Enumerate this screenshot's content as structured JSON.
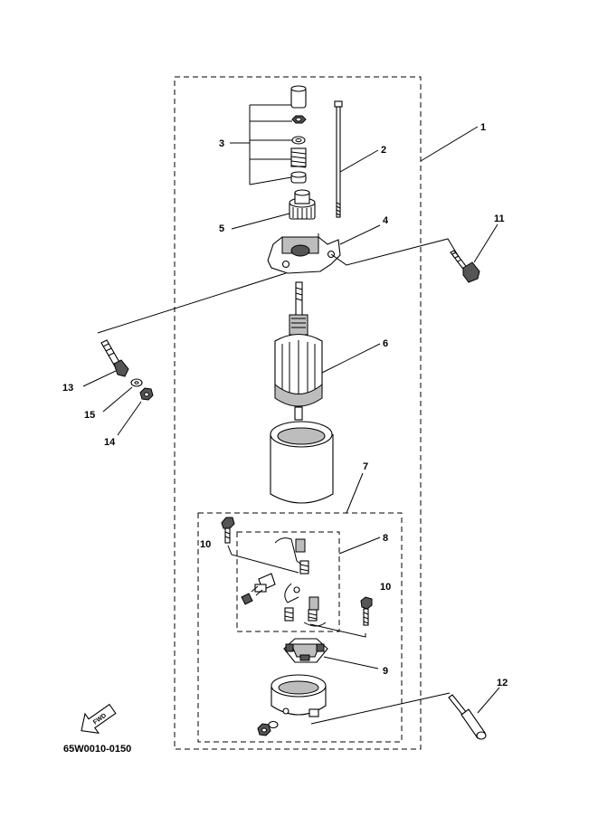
{
  "diagram": {
    "part_number": "65W0010-0150",
    "fwd_label": "FWD",
    "callouts": [
      "1",
      "2",
      "3",
      "4",
      "5",
      "6",
      "7",
      "8",
      "9",
      "10",
      "10",
      "11",
      "12",
      "13",
      "14",
      "15"
    ]
  }
}
